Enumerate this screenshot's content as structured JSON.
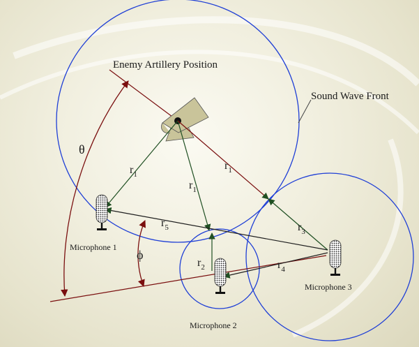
{
  "labels": {
    "enemy": "Enemy Artillery Position",
    "wavefront": "Sound Wave Front",
    "mic1": "Microphone 1",
    "mic2": "Microphone 2",
    "mic3": "Microphone 3",
    "theta": "θ",
    "phi": "ϕ",
    "r": "r",
    "sub1": "1",
    "sub2": "2",
    "sub3": "3",
    "sub4": "4",
    "sub5": "5"
  },
  "colors": {
    "circle": "#1f3fd6",
    "arrow": "#1f4f22",
    "angle": "#7a0f0f",
    "cannon": "#c9c49a",
    "background": "#efedd9"
  },
  "icons": [
    "cannon-icon",
    "microphone-icon"
  ]
}
